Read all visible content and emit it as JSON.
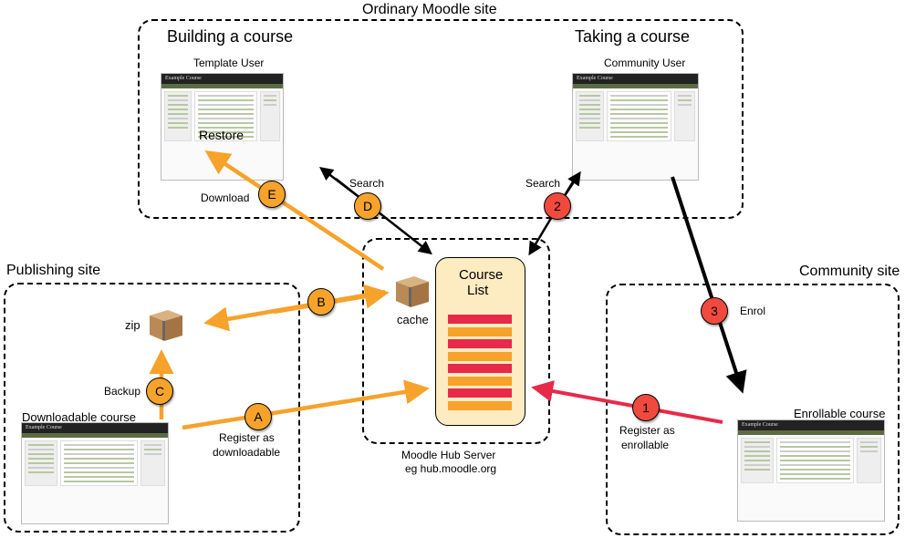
{
  "regions": {
    "ordinary": {
      "title": "Ordinary Moodle site",
      "left_heading": "Building a course",
      "right_heading": "Taking a course",
      "template_user": "Template User",
      "community_user": "Community User",
      "restore_label": "Restore"
    },
    "publishing": {
      "title": "Publishing site",
      "zip_label": "zip",
      "course_label": "Downloadable course"
    },
    "hub": {
      "caption_line1": "Moodle Hub Server",
      "caption_line2": "eg hub.moodle.org",
      "cache_label": "cache",
      "course_list_line1": "Course",
      "course_list_line2": "List"
    },
    "community": {
      "title": "Community site",
      "course_label": "Enrollable course"
    }
  },
  "screenshot": {
    "title": "Example Course"
  },
  "steps": [
    {
      "id": "A",
      "label_line1": "Register as",
      "label_line2": "downloadable",
      "color": "orange"
    },
    {
      "id": "B",
      "label_line1": "",
      "label_line2": "",
      "color": "orange"
    },
    {
      "id": "C",
      "label_line1": "Backup",
      "label_line2": "",
      "color": "orange"
    },
    {
      "id": "D",
      "label_line1": "Search",
      "label_line2": "",
      "color": "orange"
    },
    {
      "id": "E",
      "label_line1": "Download",
      "label_line2": "",
      "color": "orange"
    },
    {
      "id": "1",
      "label_line1": "Register as",
      "label_line2": "enrollable",
      "color": "red"
    },
    {
      "id": "2",
      "label_line1": "Search",
      "label_line2": "",
      "color": "red"
    },
    {
      "id": "3",
      "label_line1": "Enrol",
      "label_line2": "",
      "color": "red"
    }
  ],
  "colors": {
    "orange": "#f6a22b",
    "red": "#e8294a",
    "course_list_bg": "#fdebc2",
    "black": "#000000"
  },
  "course_list_entries": [
    "red",
    "orange",
    "red",
    "orange",
    "red",
    "orange",
    "red",
    "orange"
  ]
}
